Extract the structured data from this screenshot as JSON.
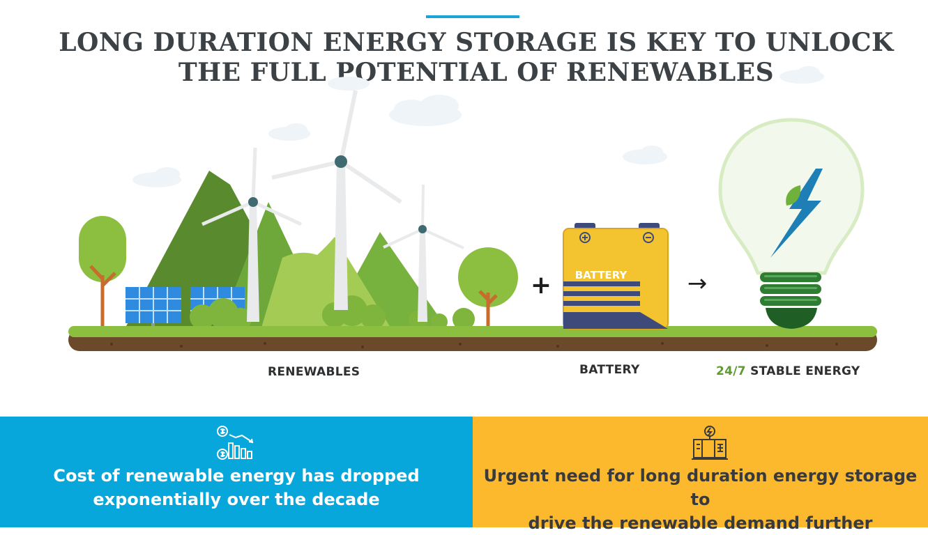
{
  "title": {
    "line1": "LONG DURATION ENERGY STORAGE IS KEY TO UNLOCK",
    "line2": "THE FULL POTENTIAL OF RENEWABLES"
  },
  "illustration": {
    "battery_label": "BATTERY",
    "plus_symbol": "+",
    "arrow_symbol": "→",
    "colors": {
      "ground_green": "#8cbf3f",
      "soil_brown": "#6b4a2b",
      "mountain_dark": "#5a8a2e",
      "mountain_light": "#8bc34a",
      "battery_yellow": "#f4c430",
      "battery_navy": "#3e4a7a",
      "bulb_green": "#2e7d32",
      "bolt_blue": "#1d7fb5"
    }
  },
  "captions": {
    "renewables": "RENEWABLES",
    "battery": "BATTERY",
    "stable_accent": "24/7",
    "stable_rest": " STABLE ENERGY"
  },
  "panels": {
    "left": {
      "icon": "dollar-declining-bar-chart-icon",
      "line1": "Cost of renewable energy has dropped",
      "line2": "exponentially over the decade",
      "bg": "#07a7dc"
    },
    "right": {
      "icon": "energy-storage-unit-icon",
      "line1": "Urgent need for long duration energy storage to",
      "line2": "drive the renewable demand further",
      "bg": "#fdb92e"
    }
  }
}
